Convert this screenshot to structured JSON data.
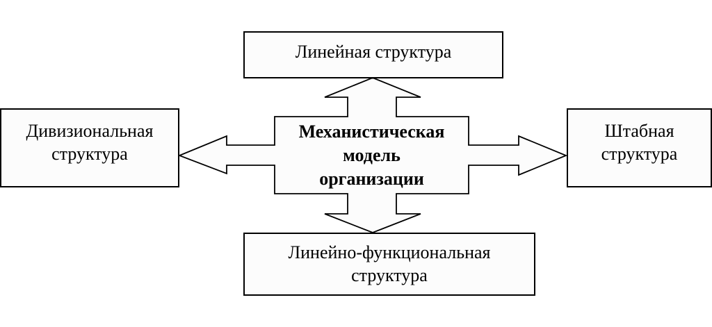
{
  "diagram": {
    "center": {
      "lines": [
        "Механистическая",
        "модель",
        "организации"
      ]
    },
    "top_box": {
      "lines": [
        "Линейная структура"
      ]
    },
    "left_box": {
      "lines": [
        "Дивизиональная",
        "структура"
      ]
    },
    "right_box": {
      "lines": [
        "Штабная",
        "структура"
      ]
    },
    "bottom_box": {
      "lines": [
        "Линейно-функциональная",
        "структура"
      ]
    }
  }
}
